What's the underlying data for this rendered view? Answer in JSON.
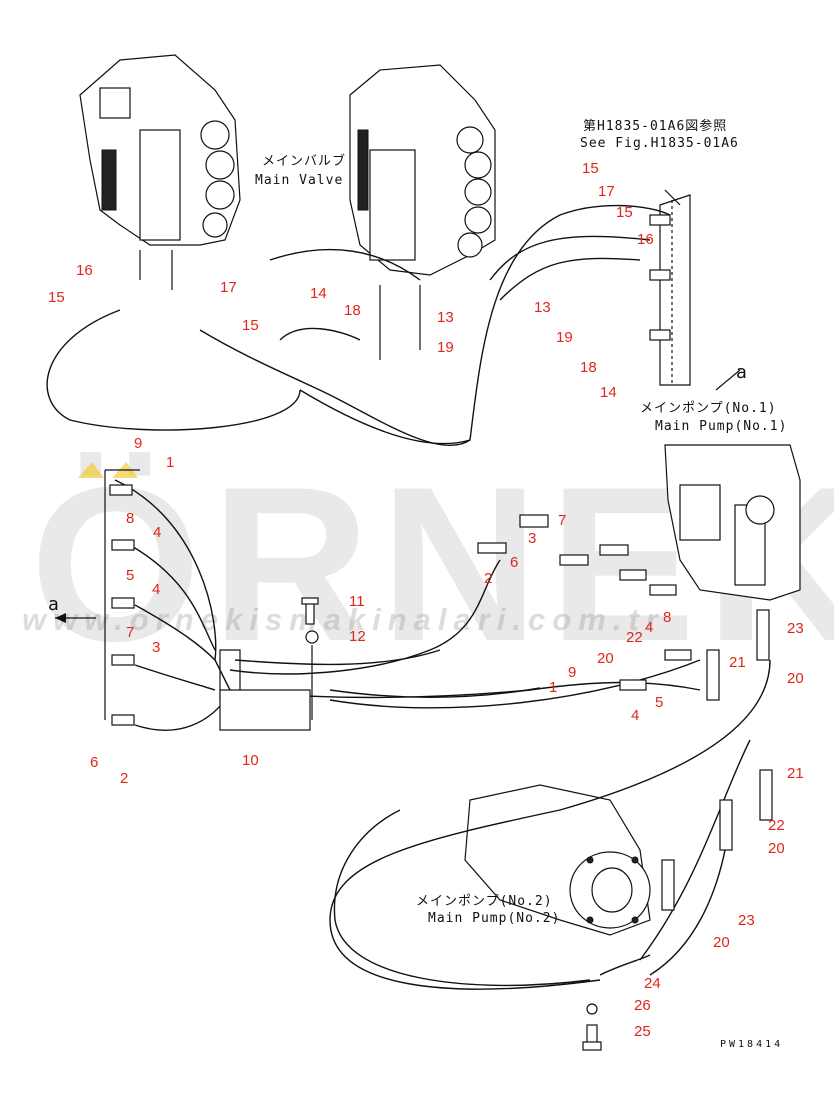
{
  "watermark": {
    "brand": "ÖRNEK",
    "url": "www.ornekismakinalari.com.tr",
    "accent_color": "#f0c419"
  },
  "labels": {
    "ref_note_jp": "第H1835-01A6図参照",
    "ref_note_en": "See Fig.H1835-01A6",
    "main_valve_jp": "メインバルブ",
    "main_valve_en": "Main Valve",
    "pump1_jp": "メインポンプ(No.1)",
    "pump1_en": "Main Pump(No.1)",
    "pump2_jp": "メインポンプ(No.2)",
    "pump2_en": "Main Pump(No.2)",
    "arrow_a_right": "a",
    "arrow_a_left": "a",
    "drawing_code": "PW18414"
  },
  "callouts": [
    "15",
    "16",
    "17",
    "15",
    "14",
    "18",
    "13",
    "19",
    "15",
    "17",
    "15",
    "16",
    "13",
    "19",
    "18",
    "14",
    "9",
    "1",
    "8",
    "4",
    "5",
    "4",
    "7",
    "3",
    "6",
    "2",
    "11",
    "12",
    "10",
    "7",
    "3",
    "2",
    "6",
    "4",
    "8",
    "22",
    "20",
    "9",
    "1",
    "5",
    "4",
    "21",
    "23",
    "20",
    "21",
    "22",
    "20",
    "23",
    "20",
    "24",
    "26",
    "25"
  ],
  "colors": {
    "callout": "#e0261c",
    "line": "#111111"
  }
}
